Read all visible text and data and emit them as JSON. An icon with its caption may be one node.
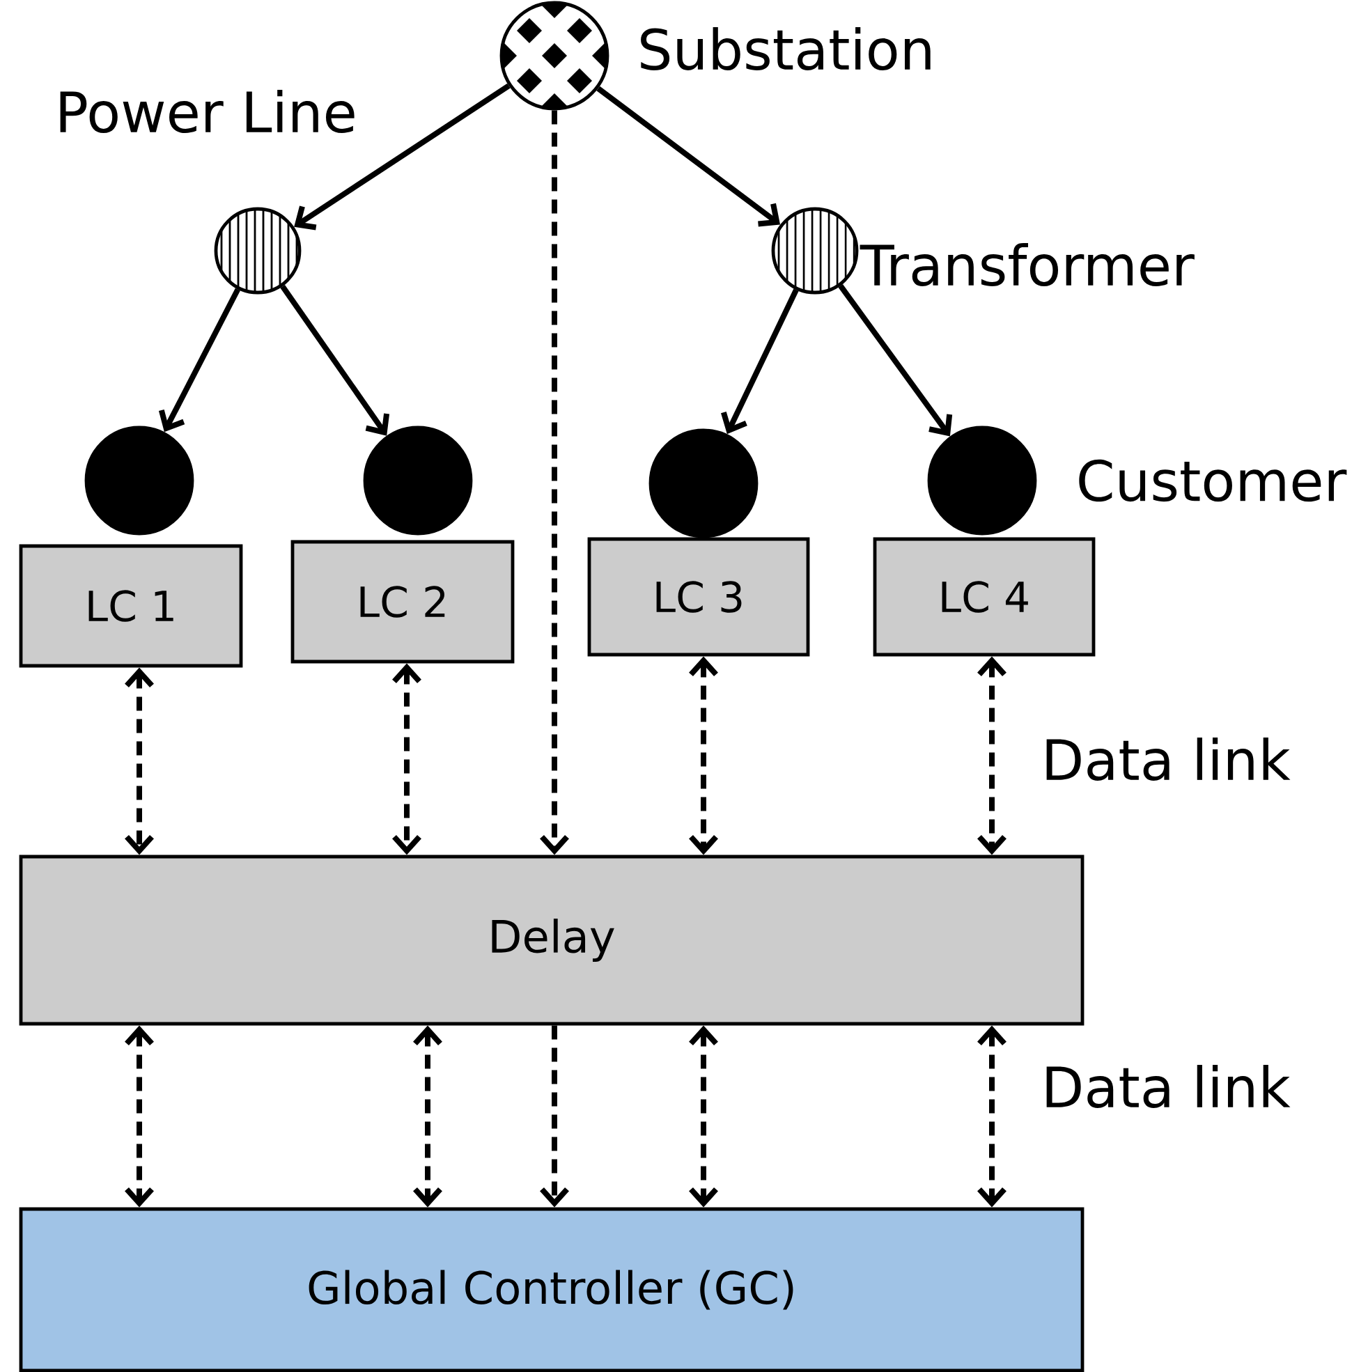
{
  "diagram": {
    "nodes": [
      {
        "text": [],
        "shape": "circle",
        "beside": [
          "Substation"
        ]
      },
      {
        "text": [],
        "shape": "circle"
      },
      {
        "text": [],
        "shape": "circle",
        "beside": [
          "Transformer"
        ]
      },
      {
        "text": [],
        "shape": "circle"
      },
      {
        "text": [],
        "shape": "circle"
      },
      {
        "text": [],
        "shape": "circle"
      },
      {
        "text": [],
        "shape": "circle",
        "beside": [
          "Customer"
        ]
      },
      {
        "text": [
          "LC 1"
        ]
      },
      {
        "text": [
          "LC 2"
        ]
      },
      {
        "text": [
          "LC 3"
        ]
      },
      {
        "text": [
          "LC 4"
        ]
      },
      {
        "text": [
          "Delay"
        ]
      },
      {
        "text": [
          "Global Controller (GC)"
        ]
      }
    ],
    "edges": [
      {
        "from": 0,
        "to": 1,
        "arrow": "to"
      },
      {
        "from": 0,
        "to": 2,
        "arrow": "to"
      },
      {
        "from": 1,
        "to": 3,
        "arrow": "to"
      },
      {
        "from": 1,
        "to": 4,
        "arrow": "to"
      },
      {
        "from": 2,
        "to": 5,
        "arrow": "to"
      },
      {
        "from": 2,
        "to": 6,
        "arrow": "to"
      },
      {
        "from": 0,
        "to": 11,
        "arrow": "to",
        "style": "dashed"
      },
      {
        "from": 7,
        "to": 11,
        "arrow": "both",
        "style": "dashed"
      },
      {
        "from": 8,
        "to": 11,
        "arrow": "both",
        "style": "dashed"
      },
      {
        "from": 9,
        "to": 11,
        "arrow": "both",
        "style": "dashed"
      },
      {
        "from": 10,
        "to": 11,
        "arrow": "both",
        "style": "dashed"
      },
      {
        "from": 11,
        "to": 12,
        "arrow": "both",
        "style": "dashed"
      },
      {
        "from": 11,
        "to": 12,
        "arrow": "both",
        "style": "dashed"
      },
      {
        "from": 11,
        "to": 12,
        "arrow": "to",
        "style": "dashed"
      },
      {
        "from": 11,
        "to": 12,
        "arrow": "both",
        "style": "dashed"
      },
      {
        "from": 11,
        "to": 12,
        "arrow": "both",
        "style": "dashed"
      }
    ],
    "labels": [
      "Power Line",
      "Data link",
      "Data link"
    ]
  }
}
